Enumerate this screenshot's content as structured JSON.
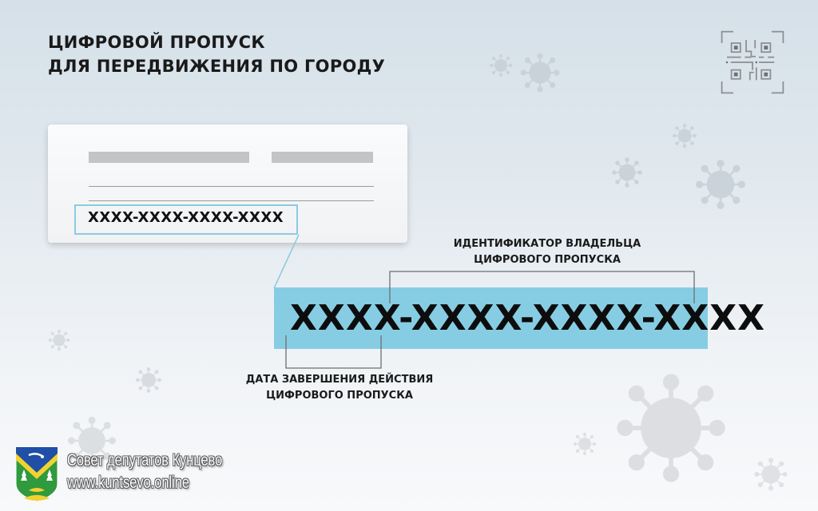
{
  "title": {
    "line1": "ЦИФРОВОЙ ПРОПУСК",
    "line2": "ДЛЯ ПЕРЕДВИЖЕНИЯ ПО ГОРОДУ"
  },
  "card": {
    "code": "XXXX-XXXX-XXXX-XXXX"
  },
  "enlarged_code": "XXXX-XXXX-XXXX-XXXX",
  "annotations": {
    "owner_id": {
      "line1": "ИДЕНТИФИКАТОР ВЛАДЕЛЬЦА",
      "line2": "ЦИФРОВОГО ПРОПУСКА"
    },
    "expiry_date": {
      "line1": "ДАТА ЗАВЕРШЕНИЯ ДЕЙСТВИЯ",
      "line2": "ЦИФРОВОГО ПРОПУСКА"
    }
  },
  "icons": {
    "qr": "qr-code-icon",
    "virus": "virus-icon",
    "coat_of_arms": "coat-of-arms-icon"
  },
  "watermark": {
    "line1": "Совет депутатов Кунцево",
    "line2": "www.kuntsevo.online"
  },
  "colors": {
    "highlight_blue": "#86cde4",
    "outline_blue": "#8ccbe0",
    "text_dark": "#1a1a1a",
    "placeholder_gray": "#c4c4c4",
    "virus_gray": "#c9d0d6"
  }
}
